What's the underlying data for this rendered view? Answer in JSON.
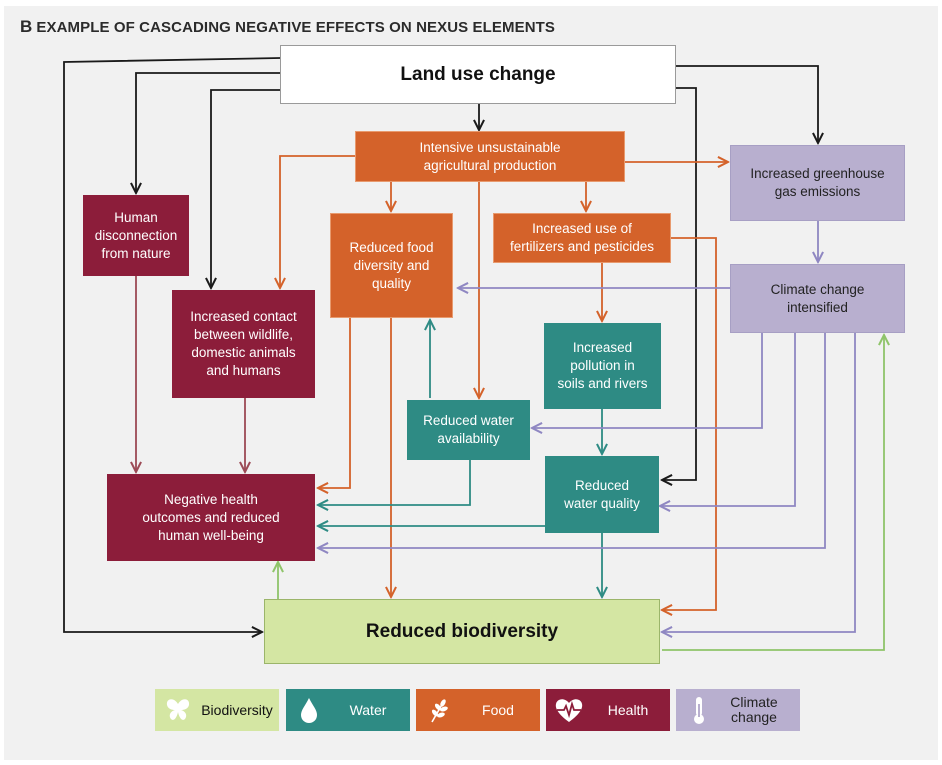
{
  "figure": {
    "panel_letter": "B",
    "title": "EXAMPLE OF CASCADING NEGATIVE EFFECTS ON NEXUS ELEMENTS"
  },
  "nodes": {
    "land_use": "Land use change",
    "intensive_ag": [
      "Intensive unsustainable",
      "agricultural production"
    ],
    "human_disconnection": [
      "Human",
      "disconnection",
      "from nature"
    ],
    "reduced_food": [
      "Reduced food",
      "diversity and",
      "quality"
    ],
    "fertilizers": [
      "Increased use of",
      "fertilizers and pesticides"
    ],
    "greenhouse": [
      "Increased greenhouse",
      "gas emissions"
    ],
    "climate_change": [
      "Climate change",
      "intensified"
    ],
    "contact_wildlife": [
      "Increased contact",
      "between wildlife,",
      "domestic animals",
      "and humans"
    ],
    "pollution": [
      "Increased",
      "pollution in",
      "soils and rivers"
    ],
    "water_availability": [
      "Reduced water",
      "availability"
    ],
    "water_quality": [
      "Reduced",
      "water quality"
    ],
    "negative_health": [
      "Negative health",
      "outcomes and reduced",
      "human well-being"
    ],
    "biodiversity": "Reduced biodiversity"
  },
  "legend": [
    {
      "label": "Biodiversity",
      "icon": "butterfly-icon",
      "color": "#d4e6a3"
    },
    {
      "label": "Water",
      "icon": "water-drop-icon",
      "color": "#2e8b84"
    },
    {
      "label": "Food",
      "icon": "wheat-icon",
      "color": "#d4622a"
    },
    {
      "label": "Health",
      "icon": "heart-pulse-icon",
      "color": "#8c1d3a"
    },
    {
      "label": "Climate change",
      "icon": "thermometer-icon",
      "color": "#b8afcf"
    }
  ],
  "colors": {
    "black_arrow": "#1a1a1a",
    "food_arrow": "#d4622a",
    "health_arrow": "#9c4a55",
    "water_arrow": "#2e8b84",
    "climate_arrow": "#8f87c2",
    "bio_arrow": "#8fc46a"
  }
}
